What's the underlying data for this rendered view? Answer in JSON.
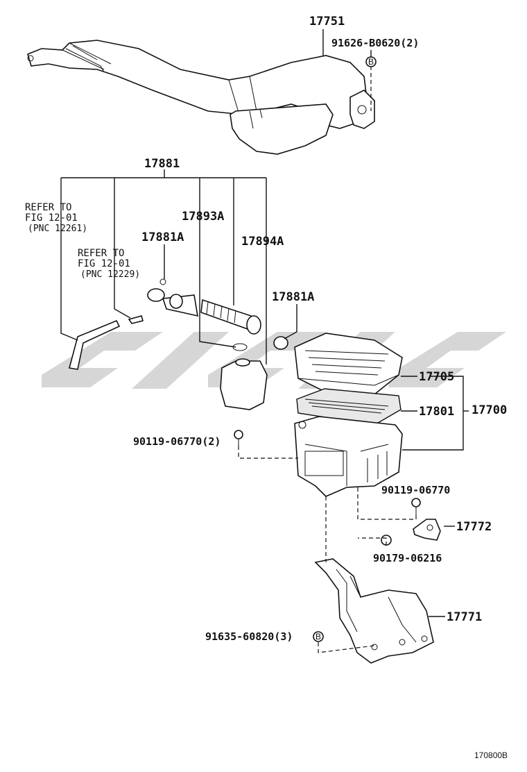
{
  "diagram": {
    "code": "170800B",
    "colors": {
      "ink": "#111111",
      "watermark": "#cfcfcf",
      "background": "#ffffff"
    },
    "watermark": {
      "text": ""
    },
    "callouts": {
      "p17751": "17751",
      "p91626": "91626-B0620(2)",
      "p17881": "17881",
      "p17893A": "17893A",
      "p17881A_left": "17881A",
      "p17894A": "17894A",
      "p17881A_right": "17881A",
      "p17705": "17705",
      "p17700": "17700",
      "p17801": "17801",
      "p90119_left": "90119-06770(2)",
      "p90119_right": "90119-06770",
      "p17772": "17772",
      "p90179": "90179-06216",
      "p17771": "17771",
      "p91635": "91635-60820(3)"
    },
    "refer_notes": [
      {
        "line1": "REFER TO",
        "line2": "FIG 12-01",
        "line3": "(PNC 12261)"
      },
      {
        "line1": "REFER TO",
        "line2": "FIG 12-01",
        "line3": "(PNC 12229)"
      }
    ],
    "markers": {
      "bolt_symbol": "B"
    }
  }
}
